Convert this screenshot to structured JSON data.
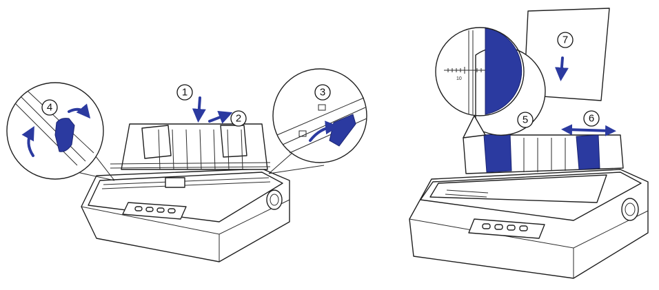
{
  "steps": [
    {
      "number": "1"
    },
    {
      "number": "2"
    },
    {
      "number": "3"
    },
    {
      "number": "4"
    },
    {
      "number": "5"
    },
    {
      "number": "6"
    },
    {
      "number": "7"
    }
  ],
  "scale": {
    "tick_label": "10"
  },
  "colors": {
    "accent": "#2b3aa0",
    "line": "#1f1f1f",
    "background": "#ffffff"
  }
}
